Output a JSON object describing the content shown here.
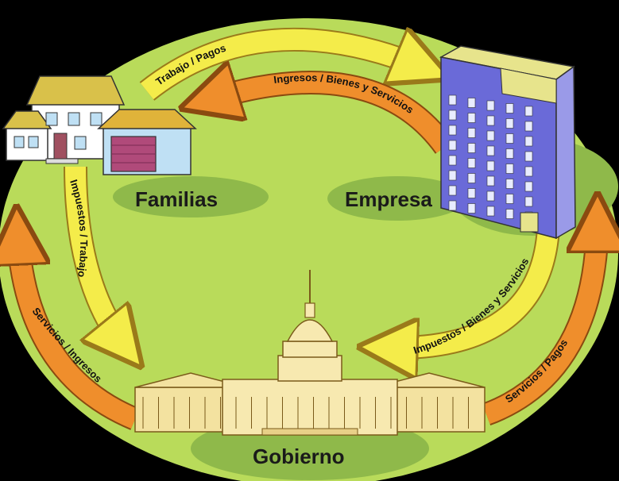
{
  "nodes": {
    "familias": "Familias",
    "empresa": "Empresa",
    "gobierno": "Gobierno"
  },
  "flows": {
    "familias_to_empresa": "Trabajo / Pagos",
    "empresa_to_familias": "Ingresos / Bienes y Servicios",
    "familias_to_gobierno": "Impuestos / Trabajo",
    "gobierno_to_familias": "Servicios / Ingresos",
    "empresa_to_gobierno": "Impuestos / Bienes y Servicios",
    "gobierno_to_empresa": "Servicios / Pagos"
  },
  "colors": {
    "background": "#b9db5a",
    "yellow_arrow": "#f4ec4a",
    "orange_arrow": "#ef8e2c",
    "arrow_outline": "#9a7a1a",
    "shadow_ellipse": "#8fb94a"
  }
}
